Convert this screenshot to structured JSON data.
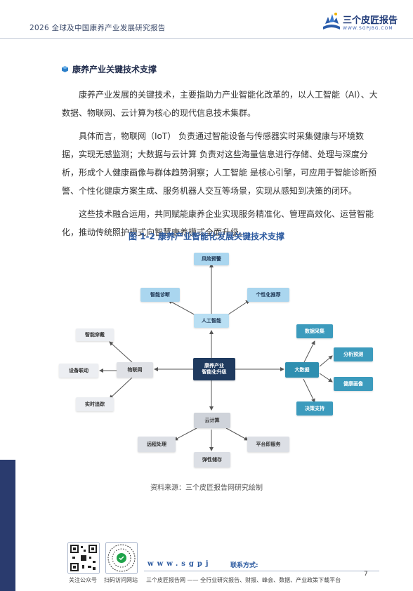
{
  "header": {
    "title": "2026 全球及中国康养产业发展研究报告",
    "logo_name": "三个皮匠报告",
    "logo_url": "WWW.SGPJBG.COM"
  },
  "section": {
    "title": "康养产业关键技术支撑"
  },
  "paragraphs": [
    "康养产业发展的关键技术，主要指助力产业智能化改革的，以人工智能（AI）、大数据、物联网、云计算为核心的现代信息技术集群。",
    "具体而言，物联网（IoT） 负责通过智能设备与传感器实时采集健康与环境数据，实现无感监测；大数据与云计算 负责对这些海量信息进行存储、处理与深度分析，形成个人健康画像与群体趋势洞察；人工智能 是核心引擎，可应用于智能诊断预警、个性化健康方案生成、服务机器人交互等场景，实现从感知到决策的闭环。",
    "这些技术融合运用，共同赋能康养企业实现服务精准化、管理高效化、运营智能化，推动传统照护模式向智慧康养模式全面升级。"
  ],
  "figure": {
    "title": "图 1-2  康养产业智能化发展关键技术支撑",
    "source": "资料来源：三个皮匠报告网研究绘制",
    "center": "康养产业\n智能化升级",
    "ai": {
      "label": "人工智能",
      "children": [
        "风险预警",
        "智能诊断",
        "个性化推荐"
      ]
    },
    "bigdata": {
      "label": "大数据",
      "children": [
        "数据采集",
        "分析预测",
        "健康画像",
        "决策支持"
      ]
    },
    "iot": {
      "label": "物联网",
      "children": [
        "智能穿戴",
        "设备联动",
        "实时追踪"
      ]
    },
    "cloud": {
      "label": "云计算",
      "children": [
        "远程处理",
        "弹性储存",
        "平台即服务"
      ]
    }
  },
  "footer": {
    "qr1_caption": "关注公众号",
    "qr2_caption": "扫码访问网站",
    "url": "www.sgpj",
    "contact": "联系方式:",
    "desc": "三个皮匠报告网 —— 全行业研究报告、财报、峰会、数据、产业政策下载平台",
    "page_number": "7"
  },
  "colors": {
    "primary": "#1f3a5f",
    "accent": "#2c5aa0",
    "teal": "#2f8fb0",
    "light_blue": "#b9dff3",
    "grey": "#dfe1e6"
  }
}
